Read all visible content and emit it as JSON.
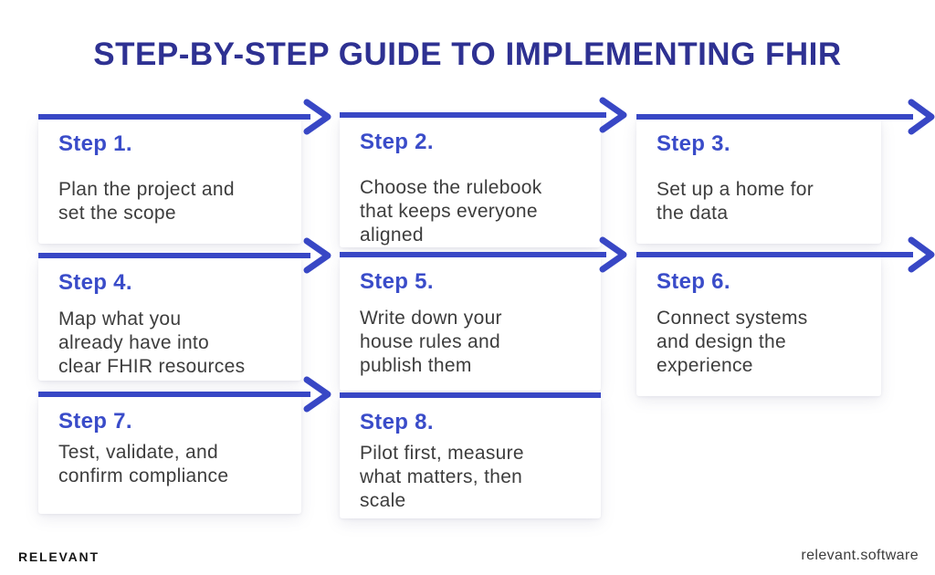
{
  "title": "STEP-BY-STEP GUIDE TO IMPLEMENTING FHIR",
  "steps": [
    {
      "label": "Step 1.",
      "description": "Plan the project and\nset the scope"
    },
    {
      "label": "Step 2.",
      "description": "Choose the rulebook\nthat keeps everyone\naligned"
    },
    {
      "label": "Step 3.",
      "description": "Set up a home for\nthe data"
    },
    {
      "label": "Step 4.",
      "description": "Map what you\nalready have into\nclear FHIR resources"
    },
    {
      "label": "Step 5.",
      "description": "Write down your\nhouse rules and\npublish them"
    },
    {
      "label": "Step 6.",
      "description": "Connect systems\nand design the\nexperience"
    },
    {
      "label": "Step 7.",
      "description": "Test, validate, and\nconfirm compliance"
    },
    {
      "label": "Step 8.",
      "description": "Pilot first, measure\nwhat matters, then\nscale"
    }
  ],
  "footer": {
    "brand": "RELEVANT",
    "website": "relevant.software"
  },
  "colors": {
    "accent_blue": "#3847c5",
    "step_label_blue": "#3a4cc9",
    "title_navy": "#2e3192",
    "body_text": "#3d3d3d"
  }
}
